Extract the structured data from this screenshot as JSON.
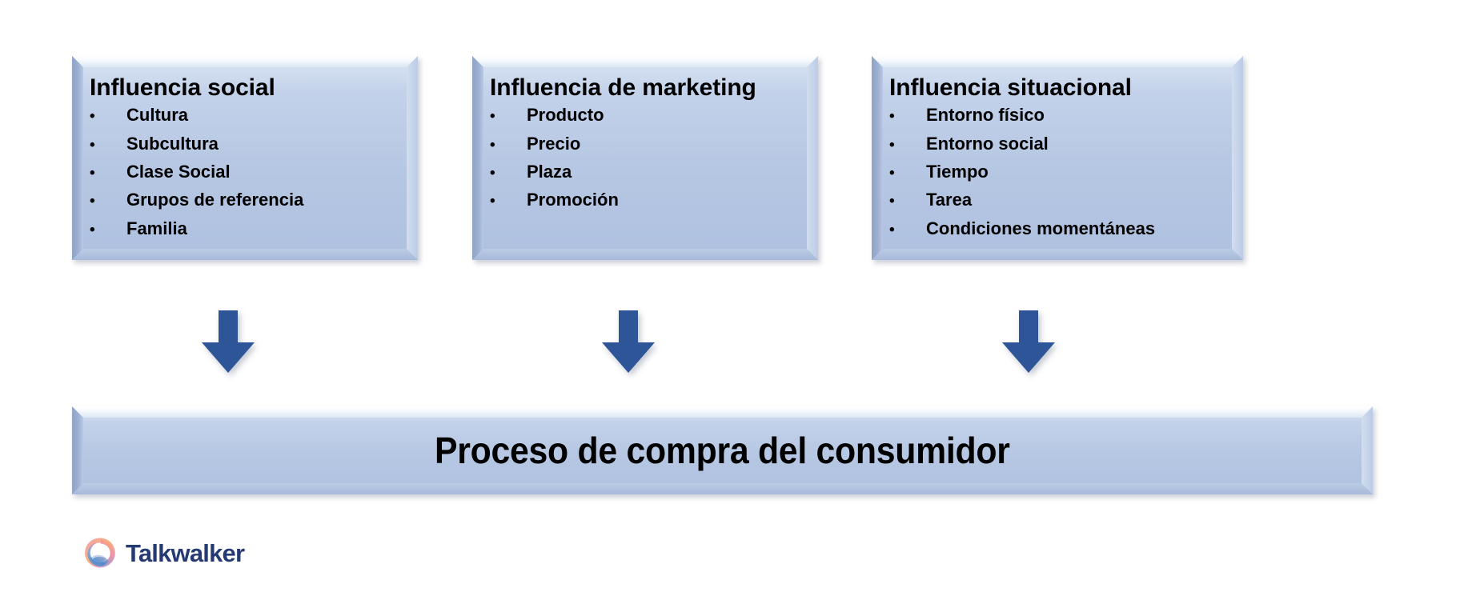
{
  "slide": {
    "background_color": "#ffffff",
    "boxes": [
      {
        "id": "social",
        "title": "Influencia social",
        "bullets": [
          "Cultura",
          "Subcultura",
          "Clase Social",
          "Grupos de referencia",
          "Familia"
        ]
      },
      {
        "id": "marketing",
        "title": "Influencia de marketing",
        "bullets": [
          "Producto",
          "Precio",
          "Plaza",
          "Promoción"
        ]
      },
      {
        "id": "situational",
        "title": "Influencia situacional",
        "bullets": [
          "Entorno físico",
          "Entorno social",
          "Tiempo",
          "Tarea",
          "Condiciones momentáneas"
        ]
      }
    ],
    "bullet_glyph": "•",
    "arrows": [
      {
        "name": "arrow-social",
        "direction": "down"
      },
      {
        "name": "arrow-marketing",
        "direction": "down"
      },
      {
        "name": "arrow-situational",
        "direction": "down"
      }
    ],
    "process_bar": {
      "label": "Proceso de compra del consumidor"
    },
    "logo": {
      "wordmark": "Talkwalker",
      "mark_icon": "talkwalker-swirl-icon"
    },
    "colors": {
      "box_fill_light": "#dbe5f4",
      "box_fill_dark": "#aec1e0",
      "bevel_highlight": "#ffffff",
      "bevel_shadow": "#8ea3c6",
      "arrow_fill": "#2e5597",
      "text": "#000000",
      "logo_navy": "#253a73"
    }
  }
}
